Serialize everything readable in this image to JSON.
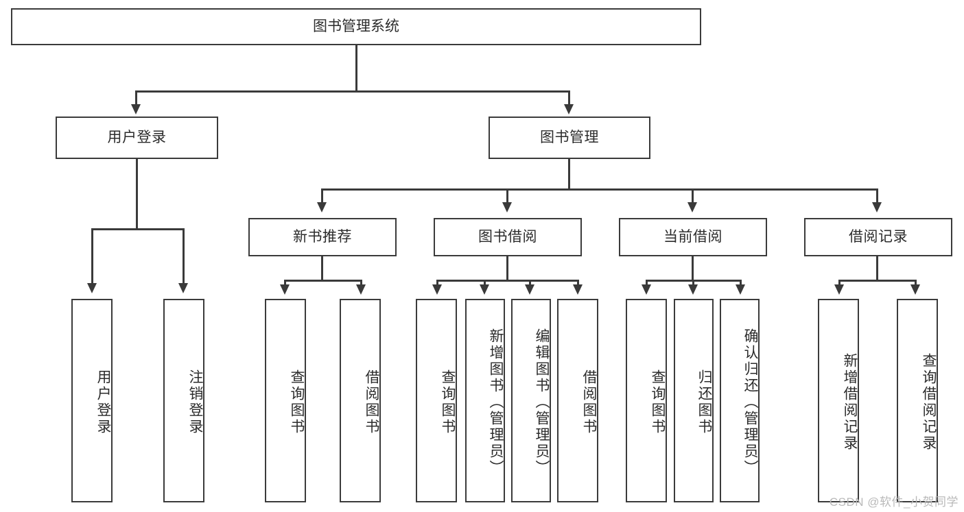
{
  "diagram": {
    "title": "图书管理系统",
    "type": "tree",
    "root": {
      "label": "图书管理系统"
    },
    "level2": [
      {
        "label": "用户登录"
      },
      {
        "label": "图书管理"
      }
    ],
    "level3": [
      {
        "label": "新书推荐"
      },
      {
        "label": "图书借阅"
      },
      {
        "label": "当前借阅"
      },
      {
        "label": "借阅记录"
      }
    ],
    "leaves": {
      "user_login": [
        {
          "label": "用户登录"
        },
        {
          "label": "注销登录"
        }
      ],
      "new_book": [
        {
          "label": "查询图书"
        },
        {
          "label": "借阅图书"
        }
      ],
      "book_borrow": [
        {
          "label": "查询图书"
        },
        {
          "label": "新增图书（管理员）"
        },
        {
          "label": "编辑图书（管理员）"
        },
        {
          "label": "借阅图书"
        }
      ],
      "current_borrow": [
        {
          "label": "查询图书"
        },
        {
          "label": "归还图书"
        },
        {
          "label": "确认归还（管理员）"
        }
      ],
      "borrow_record": [
        {
          "label": "新增借阅记录"
        },
        {
          "label": "查询借阅记录"
        }
      ]
    }
  },
  "watermark": {
    "text": "CSDN @软件_小贺同学"
  },
  "colors": {
    "stroke": "#3a3a3a",
    "text": "#2b2b2b",
    "background": "#ffffff",
    "watermark": "#b9b9b9"
  }
}
